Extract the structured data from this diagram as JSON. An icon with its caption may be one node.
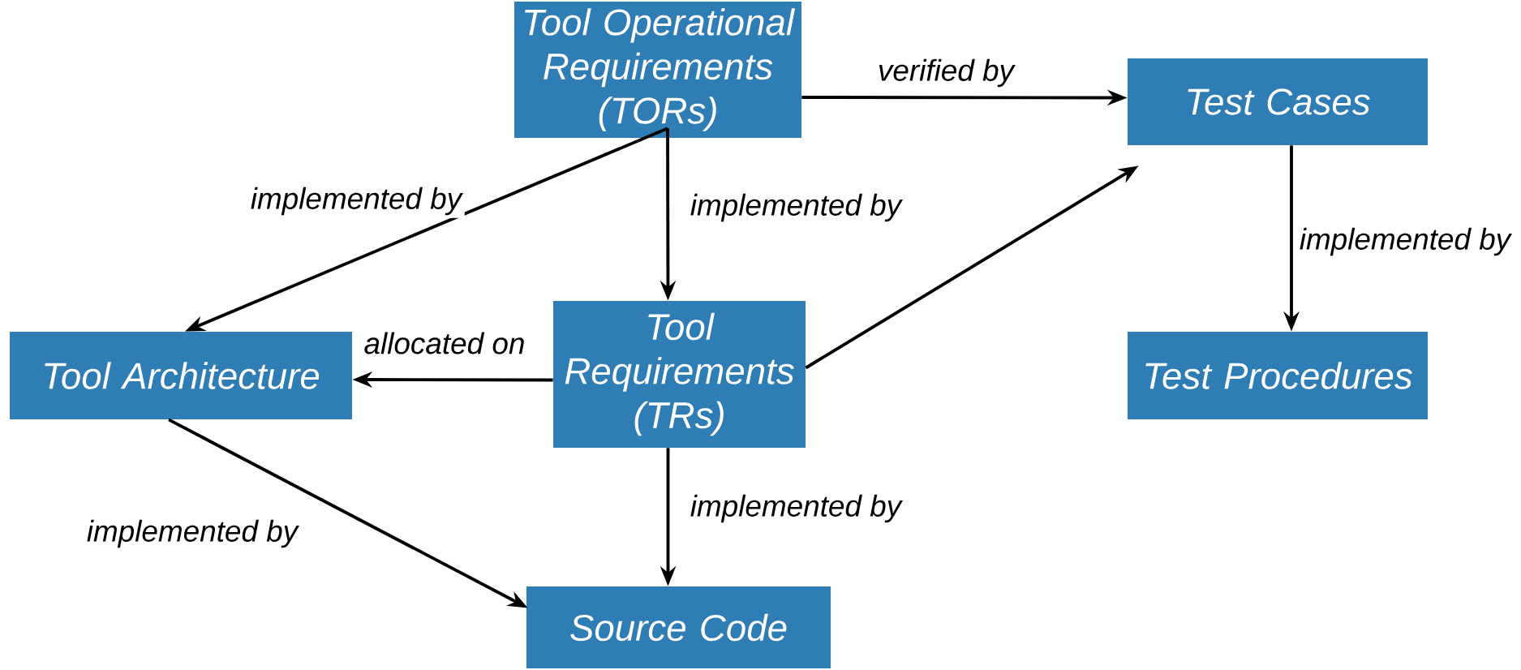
{
  "diagram": {
    "nodes": [
      {
        "text": [
          "Tool Operational Requirements (TORs)"
        ]
      },
      {
        "text": [
          "Test Cases"
        ]
      },
      {
        "text": [
          "Tool Architecture"
        ]
      },
      {
        "text": [
          "Tool Requirements (TRs)"
        ]
      },
      {
        "text": [
          "Test Procedures"
        ]
      },
      {
        "text": [
          "Source Code"
        ]
      }
    ],
    "edges": [
      {
        "from": 0,
        "to": 1,
        "arrow": "to",
        "label": "verified by"
      },
      {
        "from": 0,
        "to": 2,
        "arrow": "to",
        "label": "implemented by"
      },
      {
        "from": 0,
        "to": 3,
        "arrow": "to",
        "label": "implemented by"
      },
      {
        "from": 3,
        "to": 1,
        "arrow": "to"
      },
      {
        "from": 1,
        "to": 4,
        "arrow": "to",
        "label": "implemented by"
      },
      {
        "from": 3,
        "to": 2,
        "arrow": "to",
        "label": "allocated on"
      },
      {
        "from": 2,
        "to": 5,
        "arrow": "to",
        "label": "implemented by"
      },
      {
        "from": 3,
        "to": 5,
        "arrow": "to",
        "label": "implemented by"
      }
    ]
  }
}
